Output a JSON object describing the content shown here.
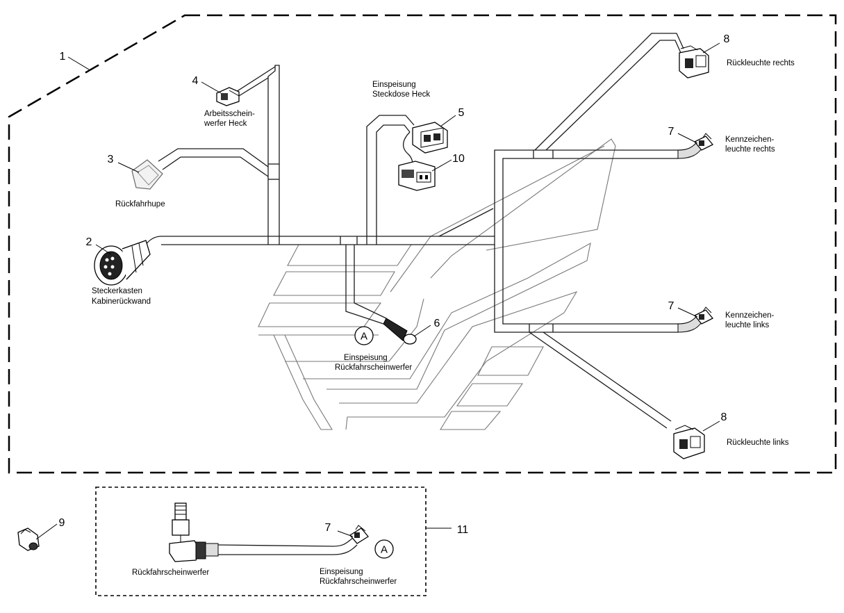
{
  "callouts": {
    "n1": "1",
    "n2": "2",
    "n3": "3",
    "n4": "4",
    "n5": "5",
    "n6": "6",
    "n7a": "7",
    "n7b": "7",
    "n7c": "7",
    "n8a": "8",
    "n8b": "8",
    "n9": "9",
    "n10": "10",
    "n11": "11"
  },
  "labels": {
    "arbeits_1": "Arbeitsschein-",
    "arbeits_2": "werfer Heck",
    "einsp_steck_1": "Einspeisung",
    "einsp_steck_2": "Steckdose Heck",
    "rueckleuchte_rechts": "Rückleuchte rechts",
    "kennz_rechts_1": "Kennzeichen-",
    "kennz_rechts_2": "leuchte rechts",
    "rueckfahrhupe": "Rückfahrhupe",
    "steckerkasten_1": "Steckerkasten",
    "steckerkasten_2": "Kabinerückwand",
    "einsp_rueck_1": "Einspeisung",
    "einsp_rueck_2": "Rückfahrscheinwerfer",
    "kennz_links_1": "Kennzeichen-",
    "kennz_links_2": "leuchte links",
    "rueckleuchte_links": "Rückleuchte links",
    "rueckfahrscheinwerfer": "Rückfahrscheinwerfer",
    "einsp_rueck_b_1": "Einspeisung",
    "einsp_rueck_b_2": "Rückfahrscheinwerfer"
  },
  "markers": {
    "a1": "A",
    "a2": "A"
  },
  "colors": {
    "line": "#000000",
    "chassis": "#777777",
    "background": "#ffffff"
  }
}
